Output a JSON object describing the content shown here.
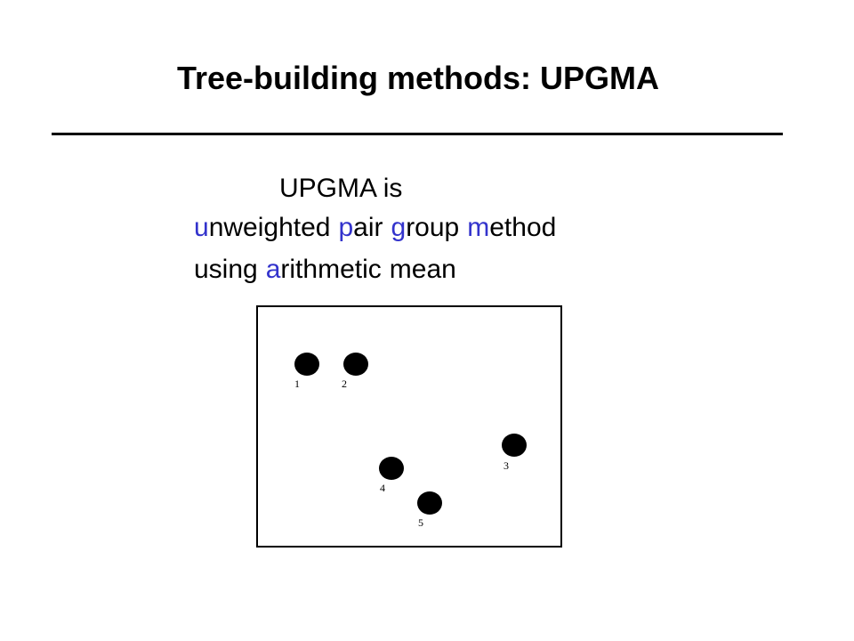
{
  "slide": {
    "title": "Tree-building methods: UPGMA",
    "line1": "UPGMA is",
    "line2": [
      {
        "initial": "u",
        "rest": "nweighted"
      },
      {
        "initial": "p",
        "rest": "air"
      },
      {
        "initial": "g",
        "rest": "roup"
      },
      {
        "initial": "m",
        "rest": "ethod"
      }
    ],
    "line3_prefix": "using",
    "line3": [
      {
        "initial": "a",
        "rest": "rithmetic"
      }
    ],
    "line3_suffix": "mean",
    "accent_color": "#3333cc"
  },
  "figure": {
    "points": [
      {
        "label": "1"
      },
      {
        "label": "2"
      },
      {
        "label": "3"
      },
      {
        "label": "4"
      },
      {
        "label": "5"
      }
    ]
  }
}
